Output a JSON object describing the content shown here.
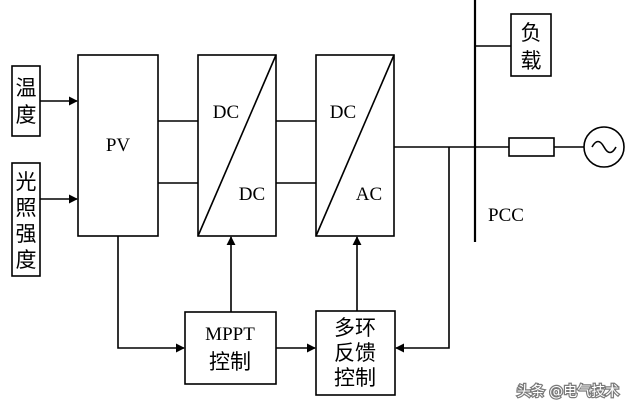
{
  "labels": {
    "temperature": [
      "温",
      "度"
    ],
    "irradiance": [
      "光",
      "照",
      "强",
      "度"
    ],
    "pv": "PV",
    "dcdc_in": "DC",
    "dcdc_out": "DC",
    "dcac_in": "DC",
    "dcac_out": "AC",
    "mppt_line1": "MPPT",
    "mppt_line2": "控制",
    "multiloop": [
      "多环",
      "反馈",
      "控制"
    ],
    "load": [
      "负",
      "载"
    ],
    "pcc": "PCC"
  },
  "watermark": "头条 @电气技术"
}
